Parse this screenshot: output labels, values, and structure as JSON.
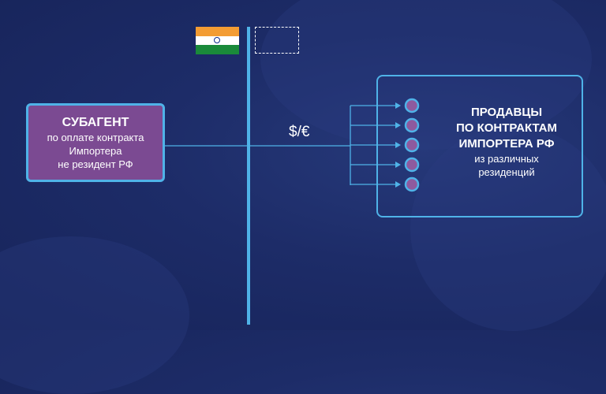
{
  "subagent": {
    "title": "СУБАГЕНТ",
    "lines": [
      "по оплате контракта",
      "Импортера",
      "не резидент РФ"
    ]
  },
  "sellers": {
    "title_lines": [
      "ПРОДАВЦЫ",
      "ПО КОНТРАКТАМ",
      "ИМПОРТЕРА РФ"
    ],
    "lines": [
      "из различных",
      "резиденций"
    ],
    "node_count": 5
  },
  "connection": {
    "currency_label": "$/€"
  },
  "flags": {
    "india": {
      "colors": [
        "#f39c33",
        "#ffffff",
        "#1a8a3a"
      ],
      "chakra_color": "#0d2a8c"
    },
    "placeholder": "empty-dashed-frame"
  },
  "colors": {
    "background": "#1d2c68",
    "accent_line": "#4fb3e8",
    "subagent_fill": "#7b4a92",
    "node_fill": "#8e5a9e",
    "text": "#ffffff"
  }
}
